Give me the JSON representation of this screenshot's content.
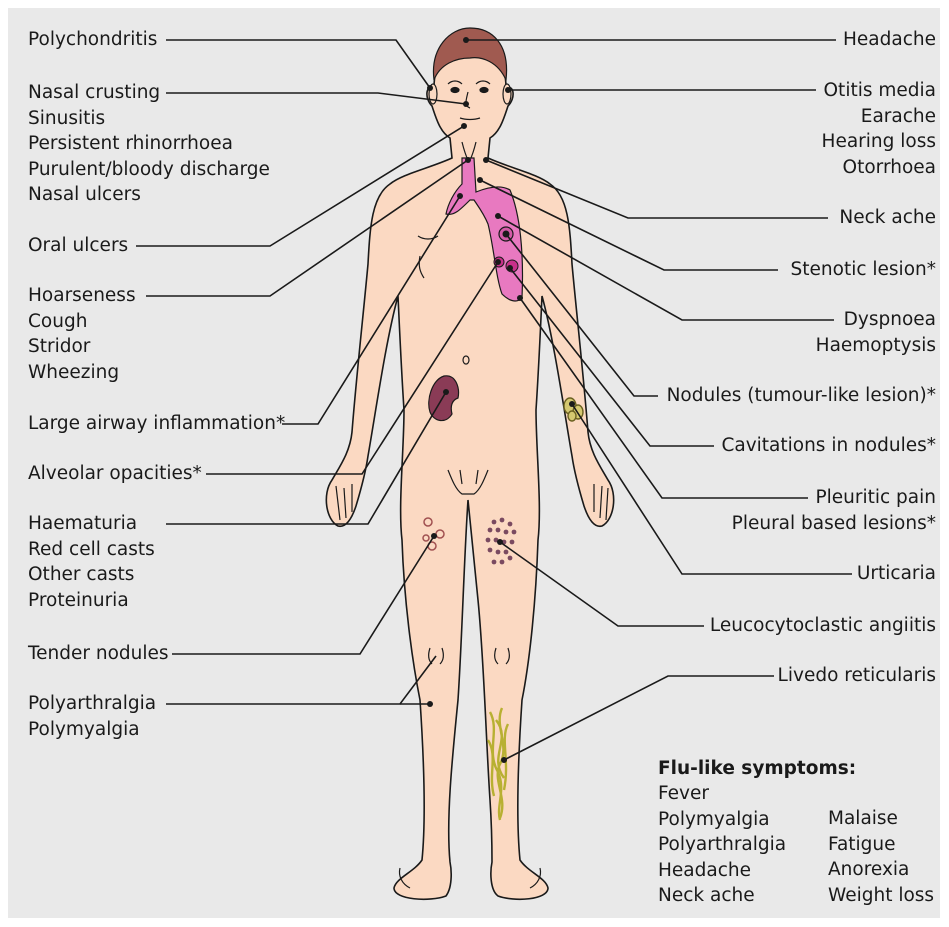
{
  "colors": {
    "background": "#e9e9e9",
    "skin": "#fbd9c2",
    "hair": "#a05a50",
    "lungs": "#e879c0",
    "kidney": "#8a3b56",
    "livedo": "#b8b032",
    "line": "#1a1a1a"
  },
  "labels_left": [
    {
      "id": "polychondritis",
      "lines": [
        "Polychondritis"
      ]
    },
    {
      "id": "nasal",
      "lines": [
        "Nasal crusting",
        "Sinusitis",
        "Persistent rhinorrhoea",
        "Purulent/bloody discharge",
        "Nasal ulcers"
      ]
    },
    {
      "id": "oral-ulcers",
      "lines": [
        "Oral ulcers"
      ]
    },
    {
      "id": "hoarseness",
      "lines": [
        "Hoarseness",
        "Cough",
        "Stridor",
        "Wheezing"
      ]
    },
    {
      "id": "large-airway",
      "lines": [
        "Large airway inflammation*"
      ]
    },
    {
      "id": "alveolar",
      "lines": [
        "Alveolar opacities*"
      ]
    },
    {
      "id": "haematuria",
      "lines": [
        "Haematuria",
        "Red cell casts",
        "Other casts",
        "Proteinuria"
      ]
    },
    {
      "id": "tender-nodules",
      "lines": [
        "Tender nodules"
      ]
    },
    {
      "id": "polyarthralgia",
      "lines": [
        "Polyarthralgia",
        "Polymyalgia"
      ]
    }
  ],
  "labels_right": [
    {
      "id": "headache",
      "lines": [
        "Headache"
      ]
    },
    {
      "id": "otitis",
      "lines": [
        "Otitis media",
        "Earache",
        "Hearing loss",
        "Otorrhoea"
      ]
    },
    {
      "id": "neck-ache",
      "lines": [
        "Neck ache"
      ]
    },
    {
      "id": "stenotic",
      "lines": [
        "Stenotic lesion*"
      ]
    },
    {
      "id": "dyspnoea",
      "lines": [
        "Dyspnoea",
        "Haemoptysis"
      ]
    },
    {
      "id": "nodules",
      "lines": [
        "Nodules (tumour-like lesion)*"
      ]
    },
    {
      "id": "cavitations",
      "lines": [
        "Cavitations in nodules*"
      ]
    },
    {
      "id": "pleuritic",
      "lines": [
        "Pleuritic pain",
        "Pleural based lesions*"
      ]
    },
    {
      "id": "urticaria",
      "lines": [
        "Urticaria"
      ]
    },
    {
      "id": "leucocytoclastic",
      "lines": [
        "Leucocytoclastic angiitis"
      ]
    },
    {
      "id": "livedo",
      "lines": [
        "Livedo reticularis"
      ]
    }
  ],
  "flu_like": {
    "title": "Flu-like symptoms:",
    "col1": [
      "Fever",
      "Polymyalgia",
      "Polyarthralgia",
      "Headache",
      "Neck ache"
    ],
    "col2": [
      "Malaise",
      "Fatigue",
      "Anorexia",
      "Weight loss"
    ]
  }
}
